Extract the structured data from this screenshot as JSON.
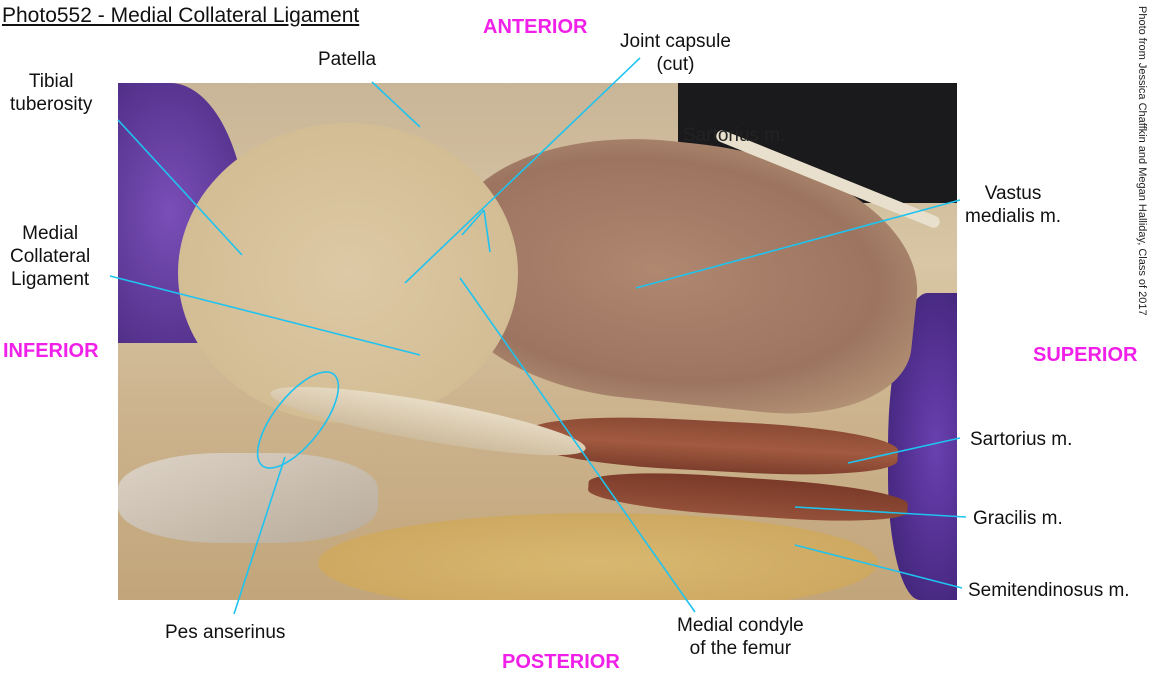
{
  "title": "Photo552 - Medial Collateral Ligament",
  "credit": "Photo from Jessica Chaffkin and Megan Halliday, Class of 2017",
  "directions": {
    "anterior": "ANTERIOR",
    "posterior": "POSTERIOR",
    "inferior": "INFERIOR",
    "superior": "SUPERIOR"
  },
  "labels": {
    "patella": "Patella",
    "tibial_tuberosity": [
      "Tibial",
      "tuberosity"
    ],
    "joint_capsule": [
      "Joint capsule",
      "(cut)"
    ],
    "sartorius_top": "Sartorius m.",
    "vastus_medialis": [
      "Vastus",
      "medialis m."
    ],
    "mcl": [
      "Medial",
      "Collateral",
      "Ligament"
    ],
    "sartorius": "Sartorius m.",
    "gracilis": "Gracilis m.",
    "semitendinosus": "Semitendinosus m.",
    "pes_anserinus": "Pes anserinus",
    "medial_condyle": [
      "Medial condyle",
      "of the femur"
    ]
  },
  "colors": {
    "leader": "#1fc3ef",
    "direction": "#f020e8"
  }
}
